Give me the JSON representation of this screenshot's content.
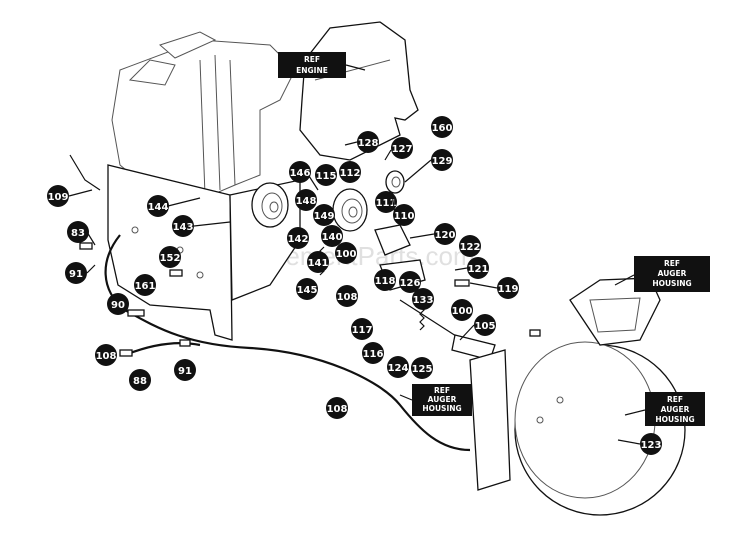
{
  "watermark": "eReplacementParts.com",
  "reference_tags": [
    {
      "id": "ref-engine",
      "lines": [
        "REF",
        "ENGINE"
      ]
    },
    {
      "id": "ref-auger-housing-1",
      "lines": [
        "REF",
        "AUGER",
        "HOUSING"
      ]
    },
    {
      "id": "ref-auger-housing-2",
      "lines": [
        "REF",
        "AUGER",
        "HOUSING"
      ]
    },
    {
      "id": "ref-auger-housing-3",
      "lines": [
        "REF",
        "AUGER",
        "HOUSING"
      ]
    }
  ],
  "callouts": [
    {
      "id": "c-160",
      "label": "160"
    },
    {
      "id": "c-128",
      "label": "128"
    },
    {
      "id": "c-127",
      "label": "127"
    },
    {
      "id": "c-129",
      "label": "129"
    },
    {
      "id": "c-146",
      "label": "146"
    },
    {
      "id": "c-115",
      "label": "115"
    },
    {
      "id": "c-112",
      "label": "112"
    },
    {
      "id": "c-111",
      "label": "111"
    },
    {
      "id": "c-110",
      "label": "110"
    },
    {
      "id": "c-109",
      "label": "109"
    },
    {
      "id": "c-144",
      "label": "144"
    },
    {
      "id": "c-148",
      "label": "148"
    },
    {
      "id": "c-149",
      "label": "149"
    },
    {
      "id": "c-143",
      "label": "143"
    },
    {
      "id": "c-142",
      "label": "142"
    },
    {
      "id": "c-140",
      "label": "140"
    },
    {
      "id": "c-100a",
      "label": "100"
    },
    {
      "id": "c-120",
      "label": "120"
    },
    {
      "id": "c-122",
      "label": "122"
    },
    {
      "id": "c-83",
      "label": "83"
    },
    {
      "id": "c-152",
      "label": "152"
    },
    {
      "id": "c-141",
      "label": "141"
    },
    {
      "id": "c-126",
      "label": "126"
    },
    {
      "id": "c-121",
      "label": "121"
    },
    {
      "id": "c-91a",
      "label": "91"
    },
    {
      "id": "c-161",
      "label": "161"
    },
    {
      "id": "c-118",
      "label": "118"
    },
    {
      "id": "c-119",
      "label": "119"
    },
    {
      "id": "c-145",
      "label": "145"
    },
    {
      "id": "c-133",
      "label": "133"
    },
    {
      "id": "c-108a",
      "label": "108"
    },
    {
      "id": "c-90",
      "label": "90"
    },
    {
      "id": "c-100b",
      "label": "100"
    },
    {
      "id": "c-117",
      "label": "117"
    },
    {
      "id": "c-105",
      "label": "105"
    },
    {
      "id": "c-116",
      "label": "116"
    },
    {
      "id": "c-108b",
      "label": "108"
    },
    {
      "id": "c-124",
      "label": "124"
    },
    {
      "id": "c-125",
      "label": "125"
    },
    {
      "id": "c-88",
      "label": "88"
    },
    {
      "id": "c-91b",
      "label": "91"
    },
    {
      "id": "c-108c",
      "label": "108"
    },
    {
      "id": "c-123",
      "label": "123"
    }
  ]
}
